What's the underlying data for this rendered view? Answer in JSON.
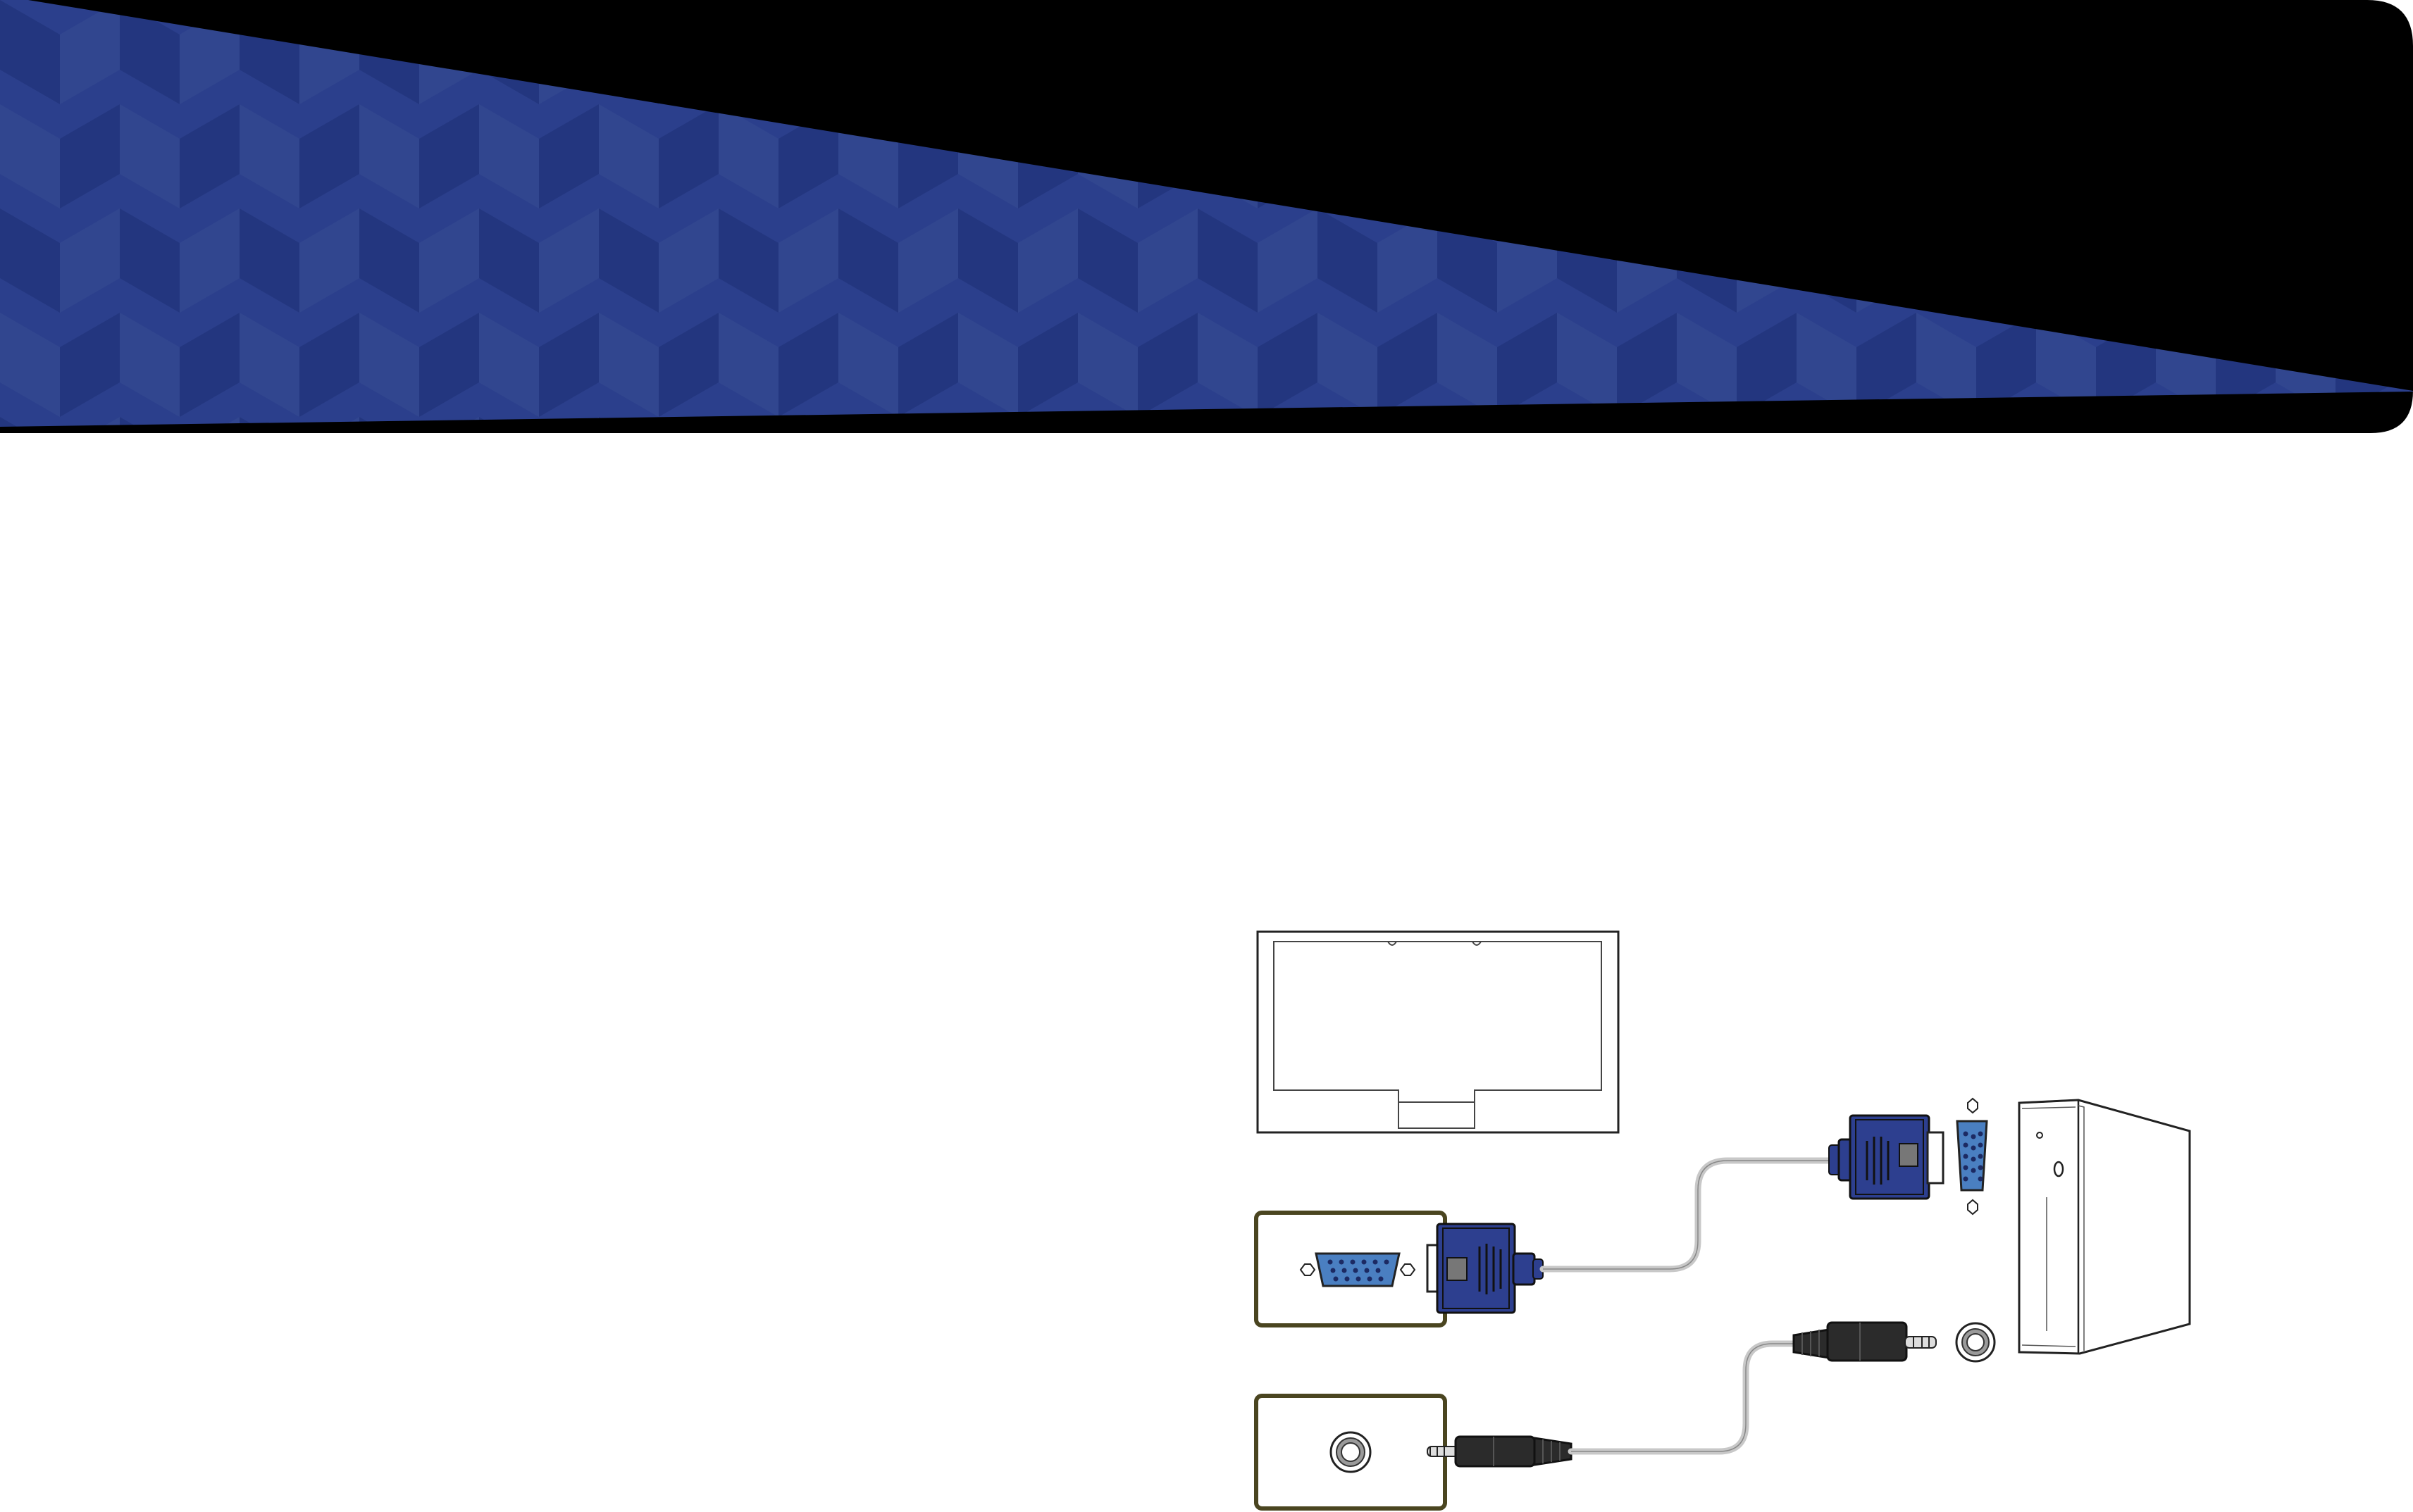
{
  "colors": {
    "banner_black": "#000000",
    "banner_blue_light": "#2f4490",
    "banner_blue_dark": "#22357f",
    "connector_blue": "#2d3f8f",
    "connector_dark": "#1c2a63",
    "port_blue": "#4a7fc1",
    "port_frame": "#4a4520",
    "audio_plug": "#2b2b2b",
    "cable_gray": "#c8c8c8",
    "outline": "#222222"
  },
  "diagram": {
    "devices": [
      {
        "kind": "monitor",
        "icon": "monitor-rear-icon"
      },
      {
        "kind": "pc",
        "icon": "pc-tower-icon"
      }
    ],
    "connections": [
      {
        "kind": "vga-cable",
        "icon": "d-sub-connector-icon",
        "from": "monitor-rgb-in-port",
        "to": "pc-vga-port"
      },
      {
        "kind": "audio-cable",
        "icon": "stereo-plug-icon",
        "from": "monitor-audio-in-port",
        "to": "pc-audio-out-port"
      }
    ]
  }
}
